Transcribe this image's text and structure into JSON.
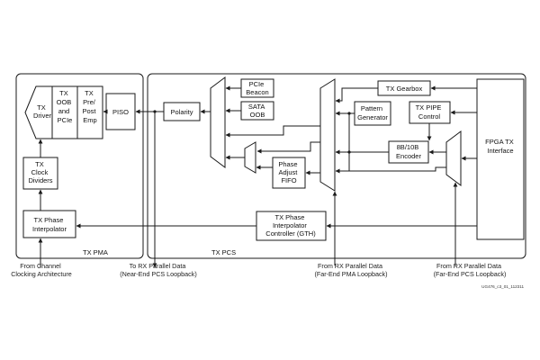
{
  "groups": {
    "tx_pma": "TX PMA",
    "tx_pcs": "TX PCS"
  },
  "blocks": {
    "tx_driver": [
      "TX",
      "Driver"
    ],
    "tx_oob_pcie": [
      "TX",
      "OOB",
      "and",
      "PCIe"
    ],
    "tx_pre_post_emp": [
      "TX",
      "Pre/",
      "Post",
      "Emp"
    ],
    "piso": [
      "PISO"
    ],
    "tx_clock_dividers": [
      "TX",
      "Clock",
      "Dividers"
    ],
    "tx_phase_interpolator": [
      "TX Phase",
      "Interpolator"
    ],
    "polarity": [
      "Polarity"
    ],
    "pcie_beacon": [
      "PCIe",
      "Beacon"
    ],
    "sata_oob": [
      "SATA",
      "OOB"
    ],
    "phase_adjust_fifo": [
      "Phase",
      "Adjust",
      "FIFO"
    ],
    "pattern_generator": [
      "Pattern",
      "Generator"
    ],
    "tx_gearbox": [
      "TX Gearbox"
    ],
    "tx_pipe_control": [
      "TX PIPE",
      "Control"
    ],
    "encoder_8b10b": [
      "8B/10B",
      "Encoder"
    ],
    "tx_pi_controller": [
      "TX Phase",
      "Interpolator",
      "Controller (GTH)"
    ],
    "fpga_tx_interface": [
      "FPGA TX",
      "Interface"
    ]
  },
  "footnotes": {
    "clocking": [
      "From Channel",
      "Clocking Architecture"
    ],
    "near_end": [
      "To RX Parallel Data",
      "(Near-End PCS Loopback)"
    ],
    "far_end_pma": [
      "From RX Parallel Data",
      "(Far-End PMA Loopback)"
    ],
    "far_end_pcs": [
      "From RX Parallel Data",
      "(Far-End PCS Loopback)"
    ]
  },
  "figure_ref": "UG476_c3_01_112311"
}
